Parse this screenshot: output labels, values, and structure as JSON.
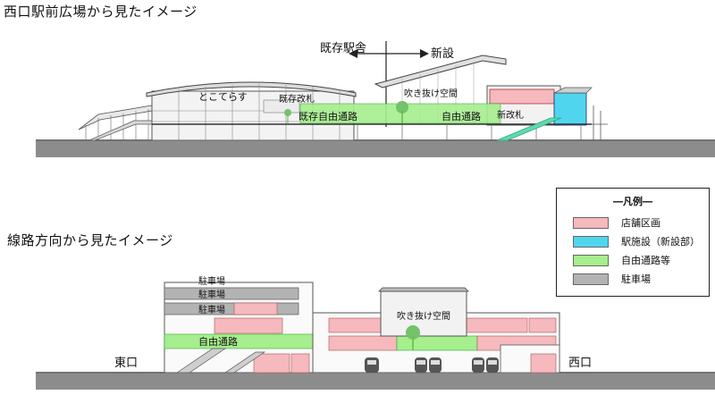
{
  "upper": {
    "title": "西口駅前広場から見たイメージ",
    "existing_label": "既存駅舎",
    "new_label": "新設",
    "tokoterasu": "とこてらす",
    "existing_gate": "既存改札",
    "existing_free_passage": "既存自由通路",
    "atrium": "吹き抜け空間",
    "free_passage": "自由通路",
    "new_gate": "新改札"
  },
  "lower": {
    "title": "線路方向から見たイメージ",
    "parking_1": "駐車場",
    "parking_2": "駐車場",
    "parking_3": "駐車場",
    "free_passage": "自由通路",
    "atrium": "吹き抜け空間",
    "east_exit": "東口",
    "west_exit": "西口"
  },
  "legend": {
    "title": "―凡例―",
    "items": [
      {
        "label": "店舗区画",
        "color": "#f6b9bd"
      },
      {
        "label": "駅施設（新設部）",
        "color": "#4fd6ee"
      },
      {
        "label": "自由通路等",
        "color": "#a6ee8e"
      },
      {
        "label": "駐車場",
        "color": "#b3b3b3"
      }
    ]
  },
  "colors": {
    "shop": "#f6b9bd",
    "station": "#4fd6ee",
    "passage": "#a6ee8e",
    "parking": "#b3b3b3",
    "ground": "#8c8c8c",
    "line": "#555555"
  }
}
